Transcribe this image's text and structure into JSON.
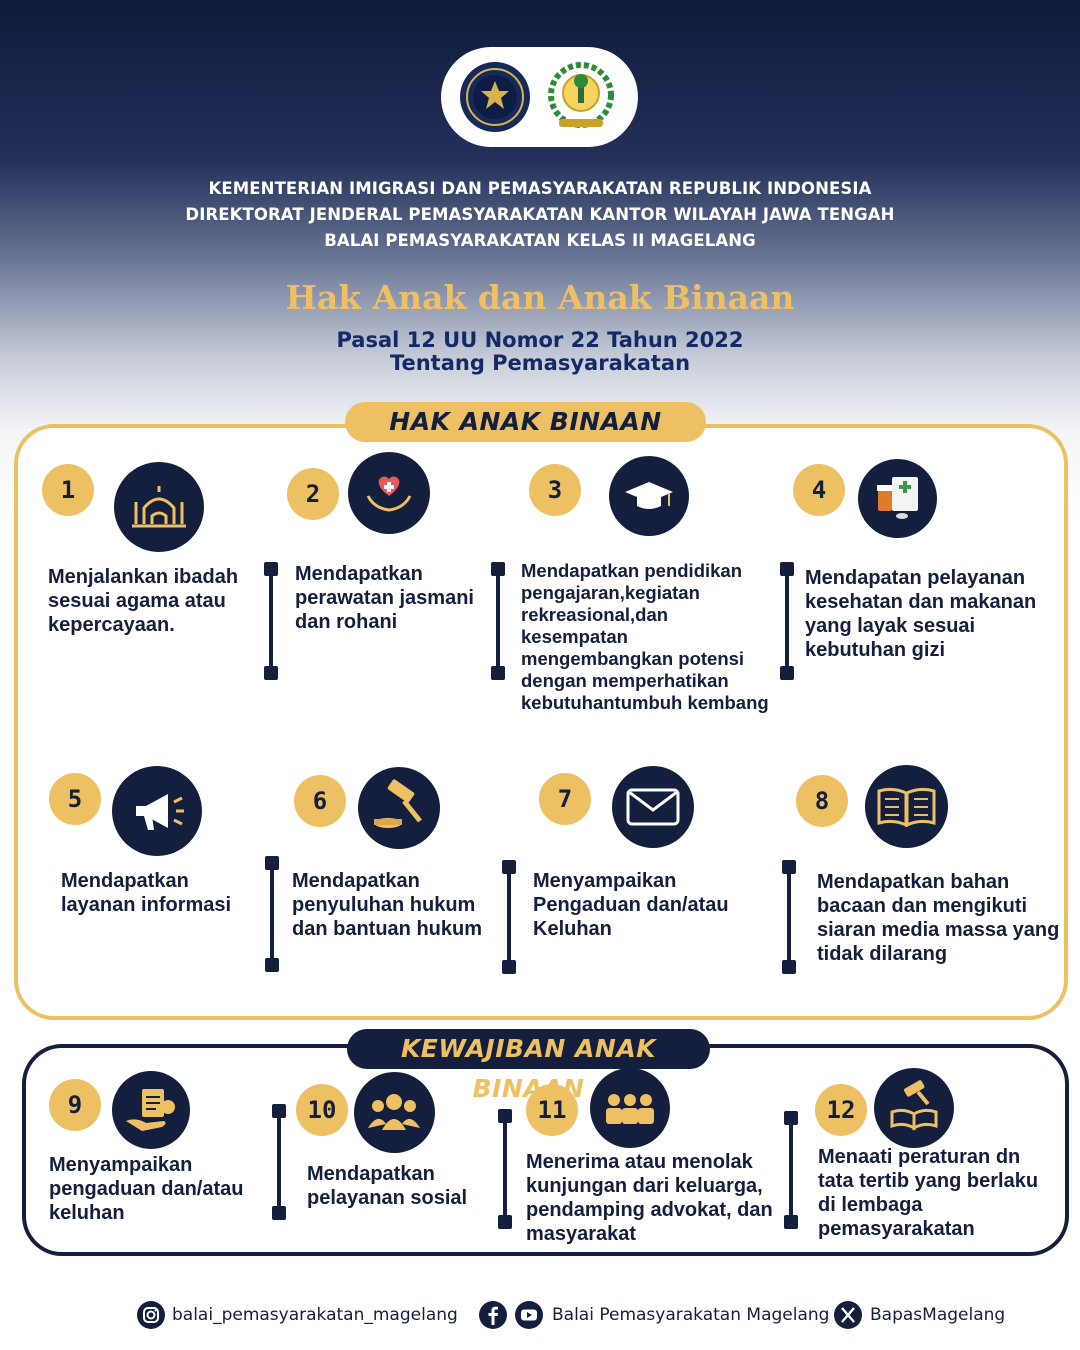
{
  "header": {
    "line1": "KEMENTERIAN IMIGRASI DAN PEMASYARAKATAN REPUBLIK INDONESIA",
    "line2": "DIREKTORAT JENDERAL PEMASYARAKATAN KANTOR WILAYAH JAWA TENGAH",
    "line3": "BALAI PEMASYARAKATAN KELAS II MAGELANG",
    "title": "Hak  Anak dan Anak Binaan",
    "subtitle1": "Pasal 12 UU Nomor 22 Tahun 2022",
    "subtitle2": "Tentang Pemasyarakatan"
  },
  "colors": {
    "navy": "#131f3d",
    "gold": "#eec064",
    "blue_text": "#142a66"
  },
  "hak": {
    "heading": "HAK ANAK BINAAN",
    "items": [
      {
        "num": "1",
        "icon": "mosque-icon",
        "text": "Menjalankan ibadah sesuai agama atau kepercayaan."
      },
      {
        "num": "2",
        "icon": "heart-care-icon",
        "text": "Mendapatkan perawatan jasmani dan rohani"
      },
      {
        "num": "3",
        "icon": "graduation-cap-icon",
        "text": "Mendapatkan pendidikan pengajaran,kegiatan rekreasional,dan kesempatan mengembangkan potensi dengan memperhatikan kebutuhantumbuh kembang"
      },
      {
        "num": "4",
        "icon": "medicine-icon",
        "text": "Mendapatan pelayanan kesehatan dan makanan yang layak sesuai kebutuhan gizi"
      },
      {
        "num": "5",
        "icon": "megaphone-icon",
        "text": "Mendapatkan layanan informasi"
      },
      {
        "num": "6",
        "icon": "gavel-icon",
        "text": "Mendapatkan penyuluhan hukum dan bantuan hukum"
      },
      {
        "num": "7",
        "icon": "envelope-icon",
        "text": "Menyampaikan Pengaduan dan/atau Keluhan"
      },
      {
        "num": "8",
        "icon": "book-icon",
        "text": "Mendapatkan bahan bacaan dan mengikuti siaran media massa yang tidak dilarang"
      }
    ]
  },
  "kewajiban": {
    "heading": "KEWAJIBAN ANAK BINAAN",
    "items": [
      {
        "num": "9",
        "icon": "complaint-hand-icon",
        "text": "Menyampaikan pengaduan dan/atau keluhan"
      },
      {
        "num": "10",
        "icon": "people-group-icon",
        "text": "Mendapatkan pelayanan sosial"
      },
      {
        "num": "11",
        "icon": "family-group-icon",
        "text": "Menerima atau menolak kunjungan dari keluarga, pendamping advokat, dan masyarakat"
      },
      {
        "num": "12",
        "icon": "law-scale-icon",
        "text": "Menaati peraturan dn tata tertib yang berlaku di lembaga pemasyarakatan"
      }
    ]
  },
  "footer": {
    "instagram": "balai_pemasyarakatan_magelang",
    "facebook_youtube": "Balai Pemasyarakatan Magelang",
    "x": "BapasMagelang"
  }
}
